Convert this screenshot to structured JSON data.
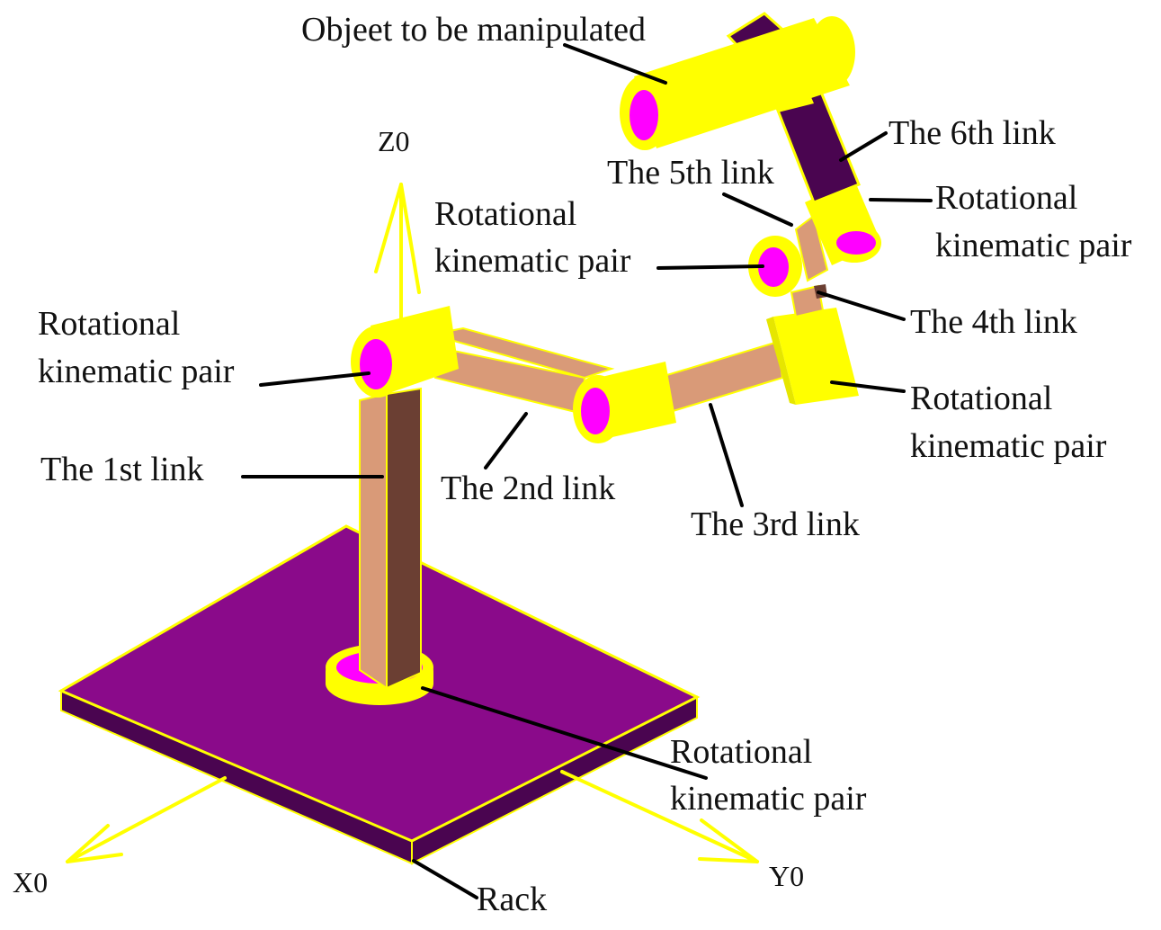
{
  "colors": {
    "joint": "#ffff00",
    "joint_face": "#ff00ff",
    "link_light": "#d99a78",
    "link_dark": "#6b3f33",
    "base_top": "#8a0a8a",
    "base_side": "#4a0550",
    "axis": "#ffff00",
    "leader": "#000000"
  },
  "labels": {
    "object": "Objeet to be manipulated",
    "link6": "The 6th link",
    "link5": "The 5th link",
    "pair_upper_right": [
      "Rotational",
      "kinematic pair"
    ],
    "pair_upper_mid": [
      "Rotational",
      "kinematic pair"
    ],
    "link4": "The 4th link",
    "pair_left": [
      "Rotational",
      "kinematic pair"
    ],
    "pair_right_mid": [
      "Rotational",
      "kinematic pair"
    ],
    "link1": "The 1st link",
    "link2": "The 2nd link",
    "link3": "The 3rd link",
    "pair_base": [
      "Rotational",
      "kinematic pair"
    ],
    "rack": "Rack"
  },
  "axes": {
    "z": "Z0",
    "x": "X0",
    "y": "Y0"
  }
}
